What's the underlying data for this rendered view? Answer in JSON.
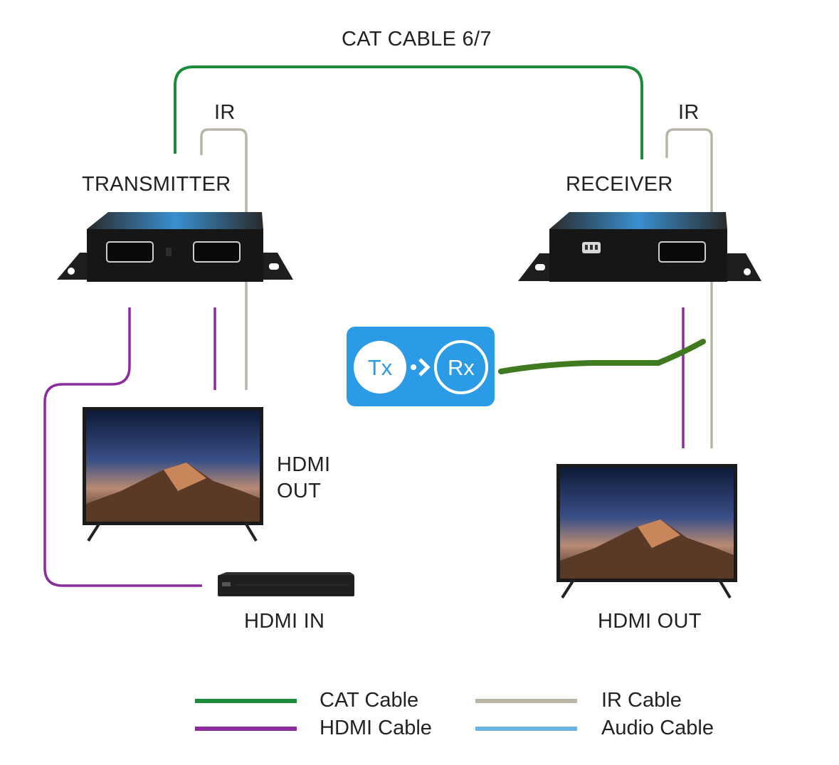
{
  "title": "CAT CABLE 6/7",
  "labels": {
    "ir_left": "IR",
    "ir_right": "IR",
    "transmitter": "TRANSMITTER",
    "receiver": "RECEIVER",
    "hdmi_out_left_line1": "HDMI",
    "hdmi_out_left_line2": "OUT",
    "hdmi_in": "HDMI IN",
    "hdmi_out_right": "HDMI OUT"
  },
  "badge": {
    "tx": "Tx",
    "rx": "Rx",
    "color": "#2b9be6"
  },
  "legend": [
    {
      "label": "CAT Cable",
      "color": "#1e8a3c"
    },
    {
      "label": "HDMI Cable",
      "color": "#8a2b9e"
    },
    {
      "label": "IR Cable",
      "color": "#b9b6a8"
    },
    {
      "label": "Audio Cable",
      "color": "#6ab4e0"
    }
  ],
  "colors": {
    "cat": "#1e8a3c",
    "hdmi": "#8a2b9e",
    "ir": "#b9b6a8",
    "annotation": "#3f7a20"
  }
}
